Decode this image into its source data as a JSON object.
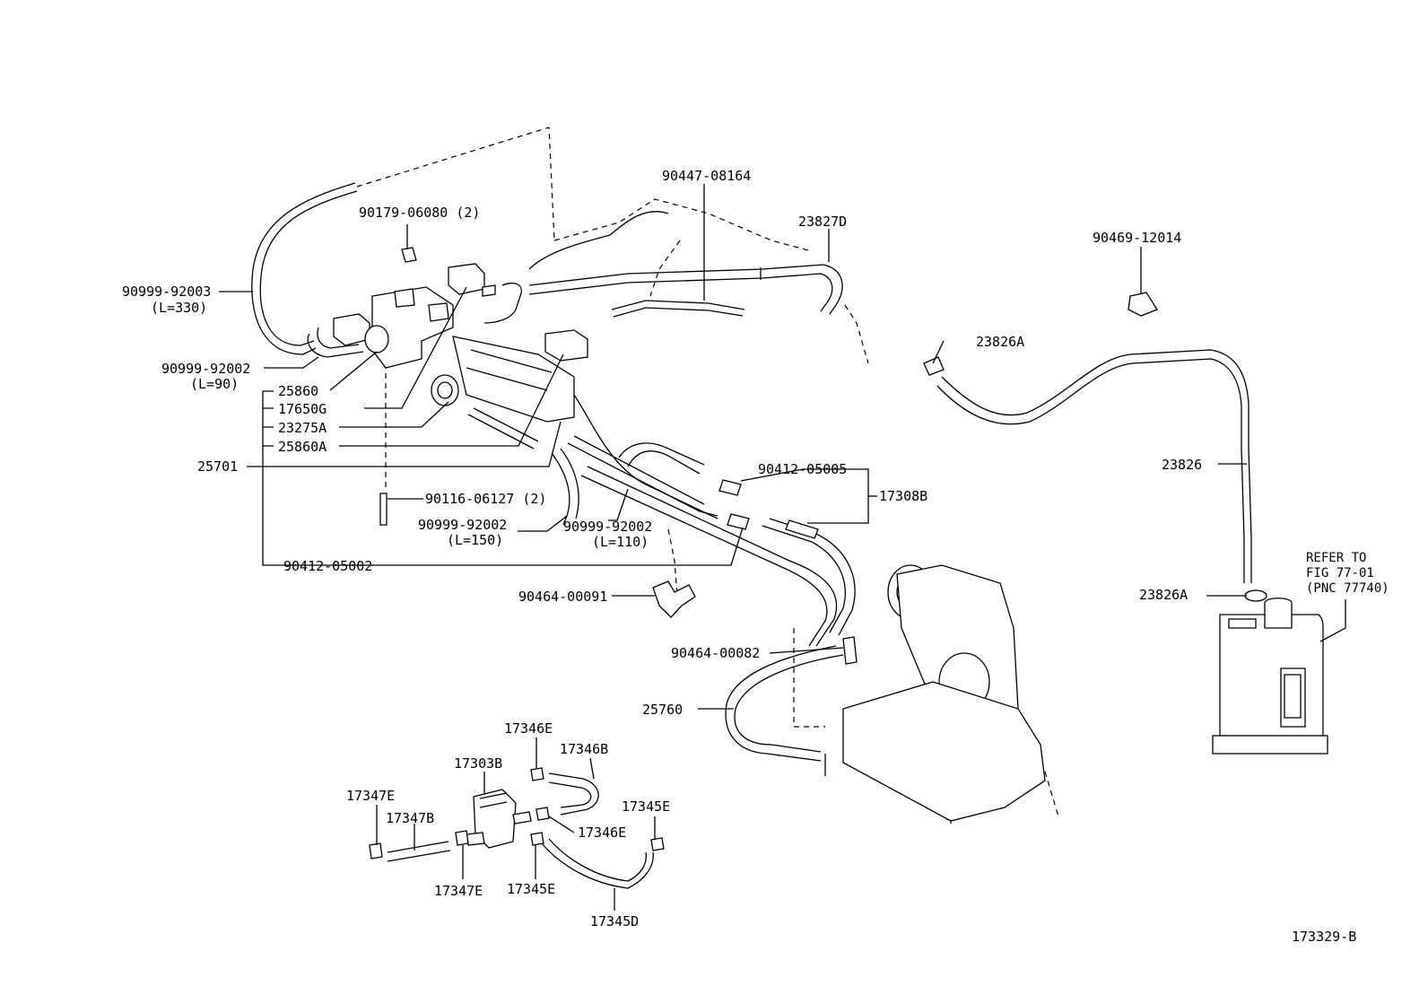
{
  "diagram": {
    "figure_number": "173329-B",
    "labels": {
      "p_90447_08164": "90447-08164",
      "p_23827D": "23827D",
      "p_90469_12014": "90469-12014",
      "p_90179_06080": "90179-06080 (2)",
      "p_90999_92003": "90999-92003",
      "p_L330": "(L=330)",
      "p_90999_92002a": "90999-92002",
      "p_L90": "(L=90)",
      "p_25860": "25860",
      "p_17650G": "17650G",
      "p_23275A": "23275A",
      "p_25860A": "25860A",
      "p_25701": "25701",
      "p_23826A_top": "23826A",
      "p_23826": "23826",
      "p_90412_05005": "90412-05005",
      "p_17308B": "17308B",
      "p_90116_06127": "90116-06127 (2)",
      "p_90999_92002b": "90999-92002",
      "p_L150": "(L=150)",
      "p_90999_92002c": "90999-92002",
      "p_L110": "(L=110)",
      "p_90412_05002": "90412-05002",
      "p_90464_00091": "90464-00091",
      "p_90464_00082": "90464-00082",
      "p_25760": "25760",
      "p_refer1": "REFER TO",
      "p_refer2": "FIG 77-01",
      "p_refer3": "(PNC 77740)",
      "p_23826A_bot": "23826A",
      "p_17346E_a": "17346E",
      "p_17346B": "17346B",
      "p_17303B": "17303B",
      "p_17347E_a": "17347E",
      "p_17347B": "17347B",
      "p_17345E_a": "17345E",
      "p_17346E_b": "17346E",
      "p_17347E_b": "17347E",
      "p_17345E_b": "17345E",
      "p_17345D": "17345D"
    }
  }
}
